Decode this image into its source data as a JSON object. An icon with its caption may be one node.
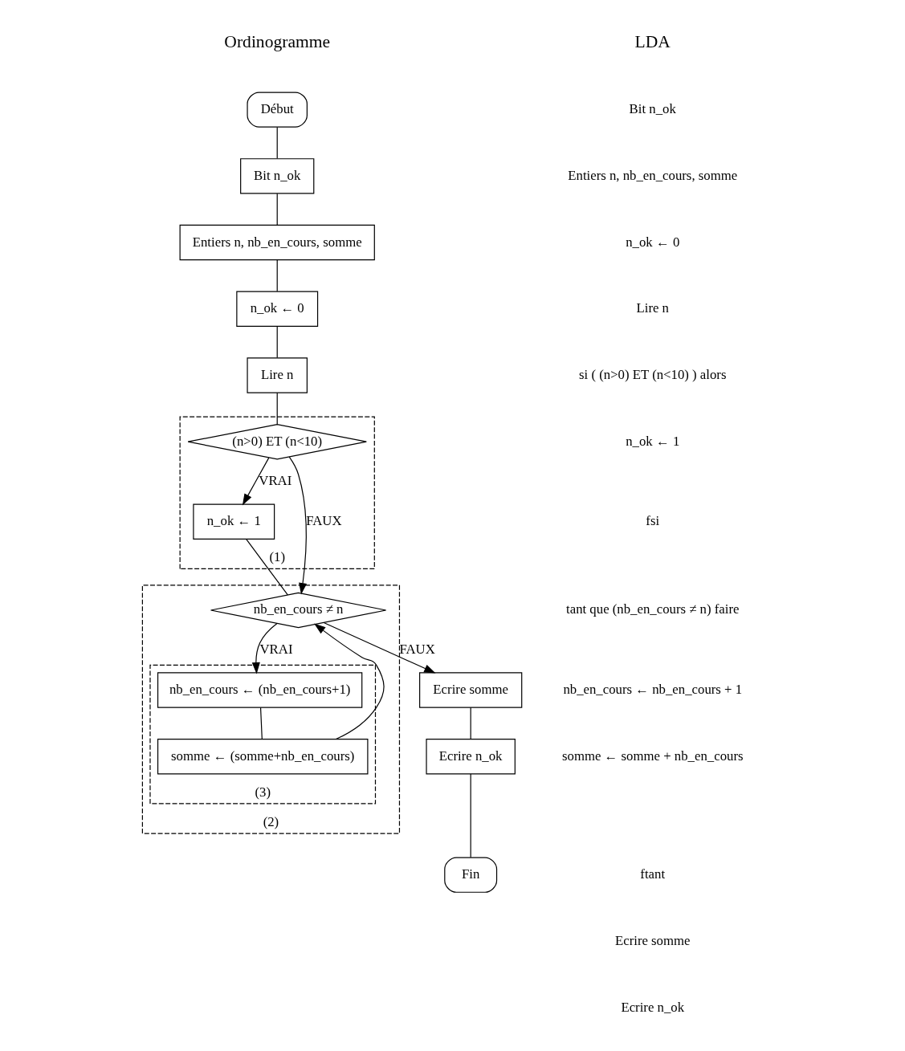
{
  "diagram": {
    "nodes": [
      {
        "text": [
          "Début"
        ]
      },
      {
        "text": [
          "Bit n_ok"
        ]
      },
      {
        "text": [
          "Entiers n, nb_en_cours, somme"
        ]
      },
      {
        "text": [
          "n_ok ← 0"
        ]
      },
      {
        "text": [
          "Lire n"
        ]
      },
      {
        "text": [
          "(1)"
        ]
      },
      {
        "text": [
          "(n>0) ET (n<10)"
        ],
        "in": 5
      },
      {
        "text": [
          "n_ok ← 1"
        ],
        "in": 5
      },
      {
        "text": [
          "(2)"
        ]
      },
      {
        "text": [
          "nb_en_cours ≠ n"
        ],
        "in": 8
      },
      {
        "text": [
          "(3)"
        ],
        "in": 8
      },
      {
        "text": [
          "nb_en_cours ← (nb_en_cours+1)"
        ],
        "in": 10
      },
      {
        "text": [
          "somme ← (somme+nb_en_cours)"
        ],
        "in": 10
      },
      {
        "text": [
          "Ecrire somme"
        ]
      },
      {
        "text": [
          "Ecrire n_ok"
        ]
      },
      {
        "text": [
          "Fin"
        ]
      }
    ],
    "edges": [
      {
        "from": 0,
        "to": 1,
        "arrow": "none"
      },
      {
        "from": 1,
        "to": 2,
        "arrow": "none"
      },
      {
        "from": 2,
        "to": 3,
        "arrow": "none"
      },
      {
        "from": 3,
        "to": 4,
        "arrow": "none"
      },
      {
        "from": 4,
        "to": 6,
        "arrow": "none"
      },
      {
        "from": 6,
        "to": 7,
        "label": "VRAI",
        "arrow": "to"
      },
      {
        "from": 6,
        "to": 9,
        "label": "FAUX",
        "arrow": "to"
      },
      {
        "from": 7,
        "to": 9,
        "arrow": "none"
      },
      {
        "from": 9,
        "to": 11,
        "label": "VRAI",
        "arrow": "to"
      },
      {
        "from": 9,
        "to": 13,
        "label": "FAUX",
        "arrow": "to"
      },
      {
        "from": 11,
        "to": 12,
        "arrow": "none"
      },
      {
        "from": 12,
        "to": 9,
        "arrow": "to"
      },
      {
        "from": 13,
        "to": 14,
        "arrow": "none"
      },
      {
        "from": 14,
        "to": 15,
        "arrow": "none"
      }
    ],
    "labels": [
      "Ordinogramme",
      "LDA",
      "Bit n_ok",
      "Entiers n, nb_en_cours, somme",
      "n_ok ← 0",
      "Lire n",
      "si ( (n>0) ET (n<10) ) alors",
      "n_ok ← 1",
      "fsi",
      "tant que (nb_en_cours ≠ n) faire",
      "nb_en_cours ← nb_en_cours + 1",
      "somme ← somme + nb_en_cours",
      "ftant",
      "Ecrire somme",
      "Ecrire n_ok"
    ]
  }
}
